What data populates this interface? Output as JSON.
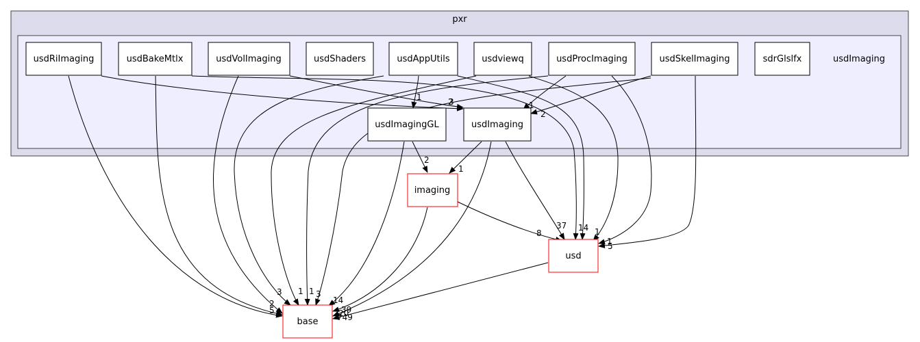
{
  "clusters": {
    "outer": {
      "label": "pxr"
    },
    "inner": {
      "label": "usdImaging"
    }
  },
  "nodes": {
    "usdRiImaging": "usdRiImaging",
    "usdBakeMtlx": "usdBakeMtlx",
    "usdVolImaging": "usdVolImaging",
    "usdShaders": "usdShaders",
    "usdAppUtils": "usdAppUtils",
    "usdviewq": "usdviewq",
    "usdProcImaging": "usdProcImaging",
    "usdSkelImaging": "usdSkelImaging",
    "sdrGlslfx": "sdrGlslfx",
    "usdImagingGL": "usdImagingGL",
    "usdImaging": "usdImaging",
    "imaging": "imaging",
    "usd": "usd",
    "base": "base"
  },
  "edge_labels": [
    "1",
    "3",
    "2",
    "1",
    "2",
    "2",
    "1",
    "37",
    "14",
    "1",
    "8",
    "1",
    "5",
    "3",
    "1",
    "1",
    "3",
    "14",
    "2",
    "5",
    "39",
    "20",
    "749"
  ],
  "colors": {
    "outer_fill": "#dcdcec",
    "inner_fill": "#eeeefe",
    "border": "#444444",
    "external_border": "#ff0000",
    "edge": "#000000"
  }
}
